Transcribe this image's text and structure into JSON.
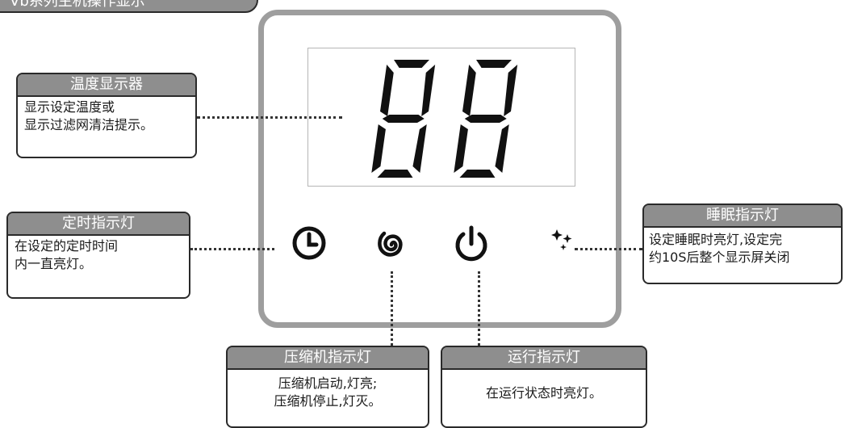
{
  "title": "Vb系列主机操作显示",
  "display": {
    "digits": "88"
  },
  "callouts": {
    "temperature_display": {
      "title": "温度显示器",
      "line1": "显示设定温度或",
      "line2": "显示过滤网清洁提示。"
    },
    "timer_indicator": {
      "title": "定时指示灯",
      "line1": "在设定的定时时间",
      "line2": "内一直亮灯。"
    },
    "sleep_indicator": {
      "title": "睡眠指示灯",
      "line1": "设定睡眠时亮灯,设定完",
      "line2": "约10S后整个显示屏关闭"
    },
    "compressor_indicator": {
      "title": "压缩机指示灯",
      "line1": "压缩机启动,灯亮;",
      "line2": "压缩机停止,灯灭。"
    },
    "run_indicator": {
      "title": "运行指示灯",
      "line1": "在运行状态时亮灯。"
    }
  },
  "icons": [
    "clock-icon",
    "spiral-icon",
    "power-icon",
    "moon-stars-icon"
  ],
  "colors": {
    "header_fill": "#8e8e8e",
    "panel_border": "#9e9e9e",
    "outline": "#2a2a2a"
  }
}
